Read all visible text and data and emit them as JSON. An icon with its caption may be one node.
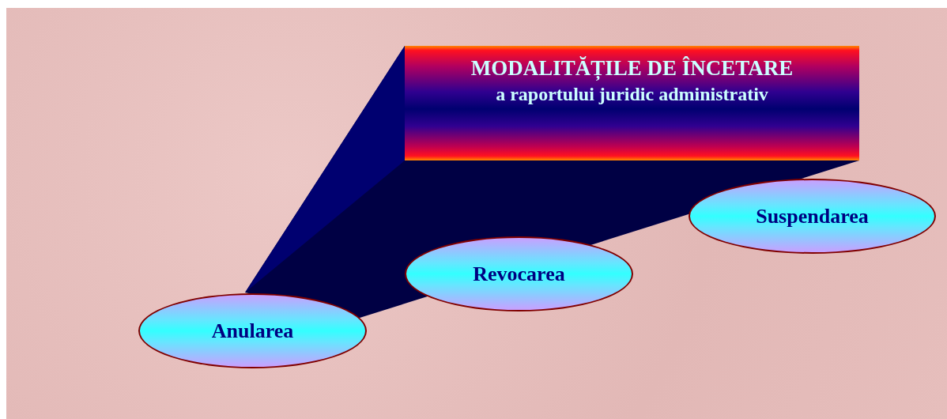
{
  "diagram": {
    "nodes": [
      {
        "text": [
          "MODALITĂȚILE DE ÎNCETARE",
          "a raportului juridic administrativ"
        ]
      },
      {
        "text": [
          "Anularea"
        ]
      },
      {
        "text": [
          "Revocarea"
        ]
      },
      {
        "text": [
          "Suspendarea"
        ]
      }
    ],
    "edges": []
  }
}
